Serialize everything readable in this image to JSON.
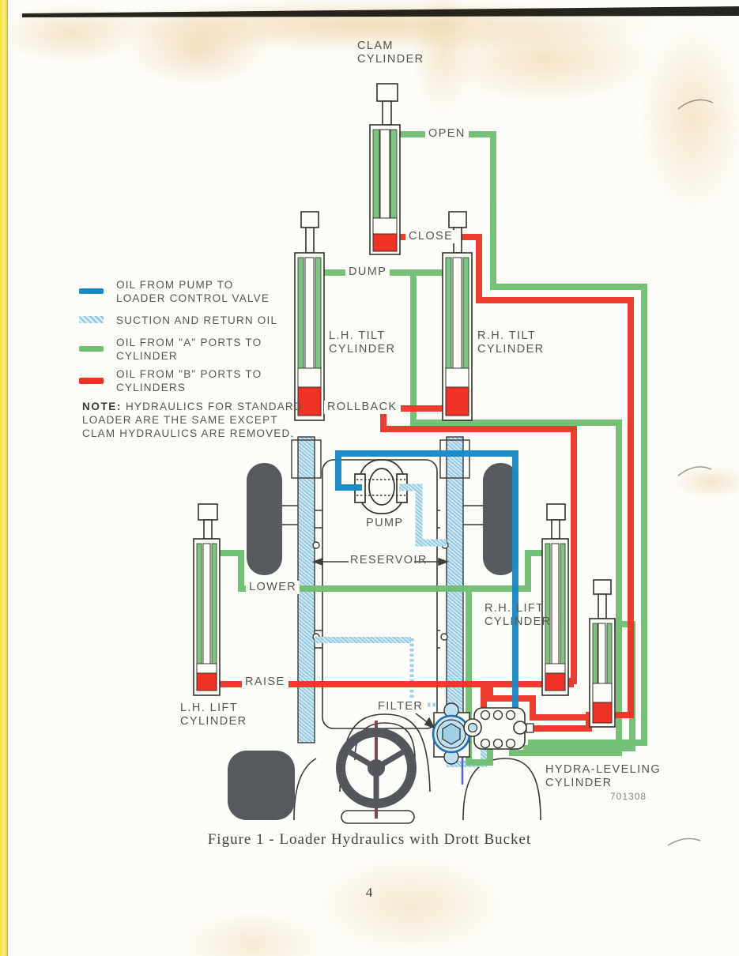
{
  "page": {
    "caption": "Figure 1 - Loader Hydraulics with Drott Bucket",
    "page_number": "4",
    "figure_code": "701308"
  },
  "colors": {
    "pump_oil_blue": "#1789c8",
    "suction_return_lightblue": "#a9d5e8",
    "a_ports_green": "#6fbe72",
    "b_ports_red": "#ee3226",
    "paper": "#fcfcf8",
    "tractor_gray": "#565a5e"
  },
  "legend": {
    "items": [
      {
        "swatch": "solid-blue",
        "line1": "OIL FROM PUMP TO",
        "line2": "LOADER CONTROL VALVE"
      },
      {
        "swatch": "hatch-lightblue",
        "line1": "SUCTION AND RETURN OIL",
        "line2": ""
      },
      {
        "swatch": "solid-green",
        "line1": "OIL FROM \"A\" PORTS TO",
        "line2": "CYLINDER"
      },
      {
        "swatch": "solid-red",
        "line1": "OIL FROM \"B\" PORTS TO",
        "line2": "CYLINDERS"
      }
    ]
  },
  "note": {
    "label": "NOTE:",
    "line1": "HYDRAULICS FOR STANDARD",
    "line2": "LOADER ARE THE SAME EXCEPT CLAM",
    "line3": "HYDRAULICS ARE REMOVED."
  },
  "diagram": {
    "components": {
      "clam_cylinder": {
        "line1": "CLAM",
        "line2": "CYLINDER"
      },
      "lh_tilt_cylinder": {
        "line1": "L.H. TILT",
        "line2": "CYLINDER"
      },
      "rh_tilt_cylinder": {
        "line1": "R.H. TILT",
        "line2": "CYLINDER"
      },
      "lh_lift_cylinder": {
        "line1": "L.H. LIFT",
        "line2": "CYLINDER"
      },
      "rh_lift_cylinder": {
        "line1": "R.H. LIFT",
        "line2": "CYLINDER"
      },
      "hydra_leveling_cylinder": {
        "line1": "HYDRA-LEVELING",
        "line2": "CYLINDER"
      },
      "pump": "PUMP",
      "reservoir": "RESERVOIR",
      "filter": "FILTER"
    },
    "port_labels": {
      "open": "OPEN",
      "close": "CLOSE",
      "dump": "DUMP",
      "rollback": "ROLLBACK",
      "lower": "LOWER",
      "raise": "RAISE"
    }
  }
}
